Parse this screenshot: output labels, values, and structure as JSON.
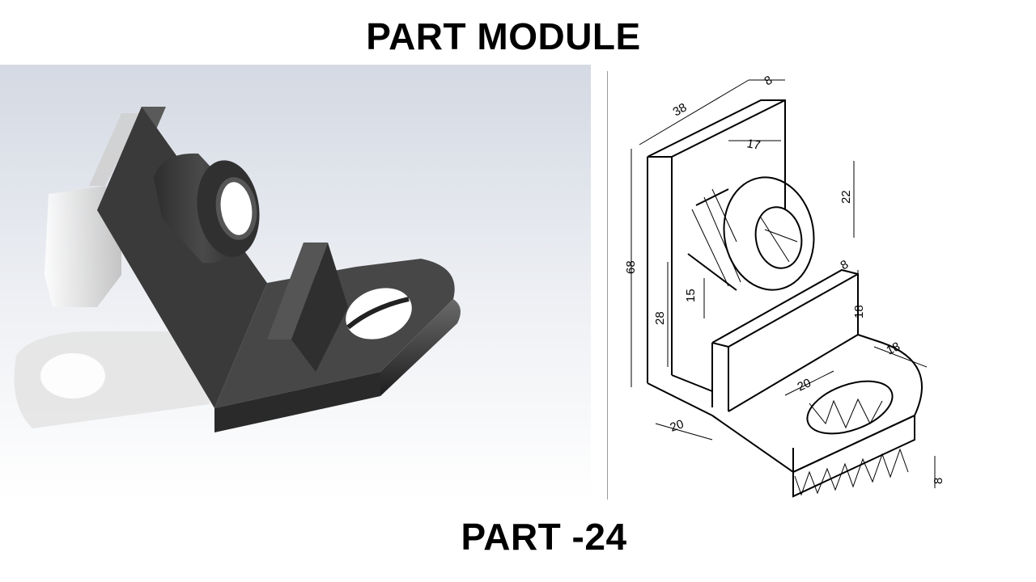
{
  "header": {
    "title": "PART MODULE"
  },
  "footer": {
    "subtitle": "PART -24"
  },
  "drawing": {
    "dimensions": {
      "top_width": "38",
      "plate_thickness": "8",
      "boss_diameter": "17",
      "boss_height": "22",
      "total_height": "68",
      "rib_thickness": "8",
      "rib_height": "18",
      "hole_center_height": "15",
      "plate_height": "28",
      "base_radius": "18",
      "hole_diameter": "20",
      "base_width": "20",
      "base_thickness": "8"
    }
  },
  "colors": {
    "part_dark": "#3a3a3a",
    "part_mid": "#555555",
    "background_gradient_top": "#d8dde6",
    "line": "#000000"
  }
}
